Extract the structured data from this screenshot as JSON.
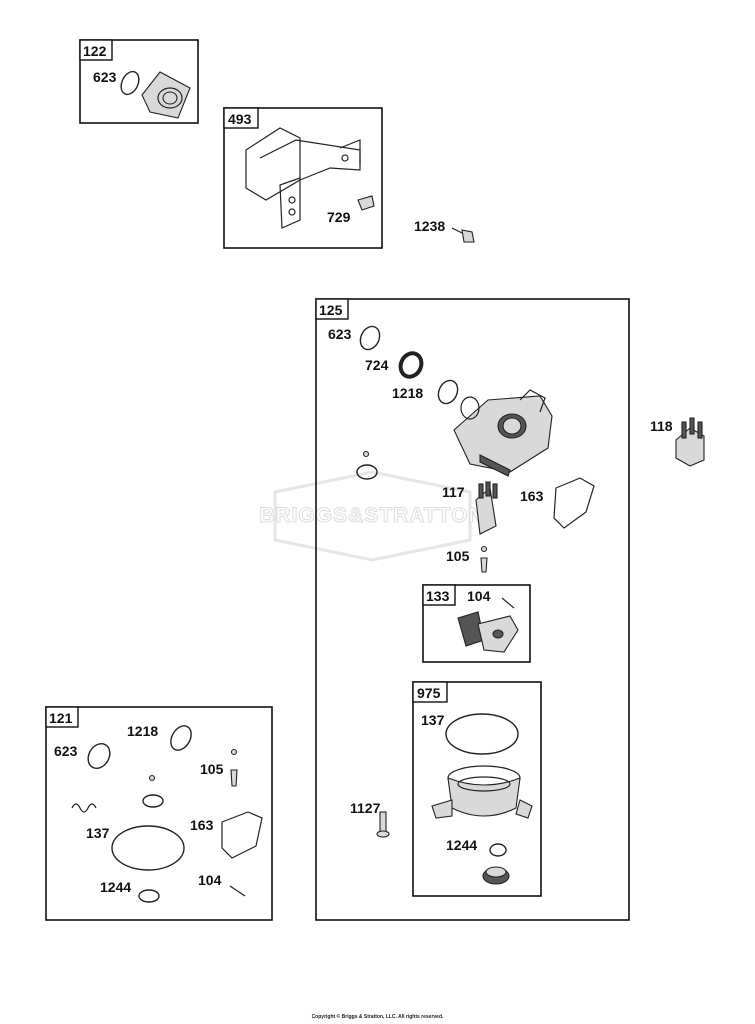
{
  "watermark": {
    "brand": "BRIGGS&STRATTON"
  },
  "groups": {
    "g122": {
      "id": "122",
      "parts": {
        "p623": "623"
      }
    },
    "g493": {
      "id": "493",
      "parts": {
        "p729": "729"
      }
    },
    "g125": {
      "id": "125",
      "parts": {
        "p623": "623",
        "p724": "724",
        "p1218": "1218",
        "p117": "117",
        "p163": "163",
        "p105": "105",
        "p1127": "1127"
      }
    },
    "g133": {
      "id": "133",
      "parts": {
        "p104": "104"
      }
    },
    "g975": {
      "id": "975",
      "parts": {
        "p137": "137",
        "p1244": "1244"
      }
    },
    "g121": {
      "id": "121",
      "parts": {
        "p623": "623",
        "p1218": "1218",
        "p105": "105",
        "p137": "137",
        "p163": "163",
        "p1244": "1244",
        "p104": "104"
      }
    }
  },
  "loose_parts": {
    "p1238": "1238",
    "p118": "118"
  },
  "copyright": "Copyright © Briggs & Stratton, LLC. All rights reserved."
}
